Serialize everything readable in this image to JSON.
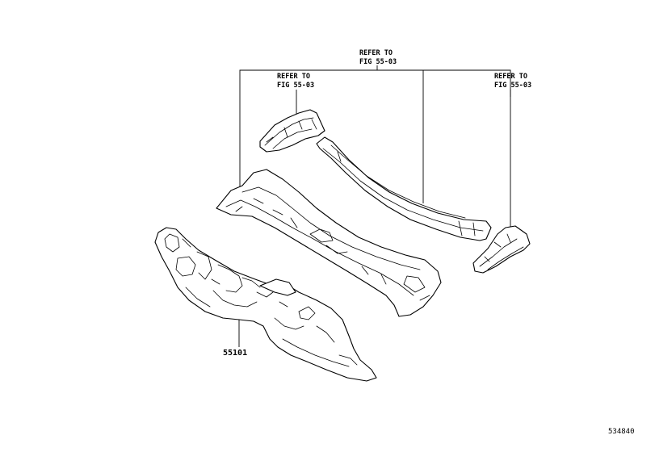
{
  "callouts": [
    {
      "line1": "REFER TO",
      "line2": "FIG 55-03"
    },
    {
      "line1": "REFER TO",
      "line2": "FIG 55-03"
    },
    {
      "line1": "REFER TO",
      "line2": "FIG 55-03"
    }
  ],
  "parts": [
    {
      "number": "55101"
    }
  ],
  "figure_id": "534840"
}
